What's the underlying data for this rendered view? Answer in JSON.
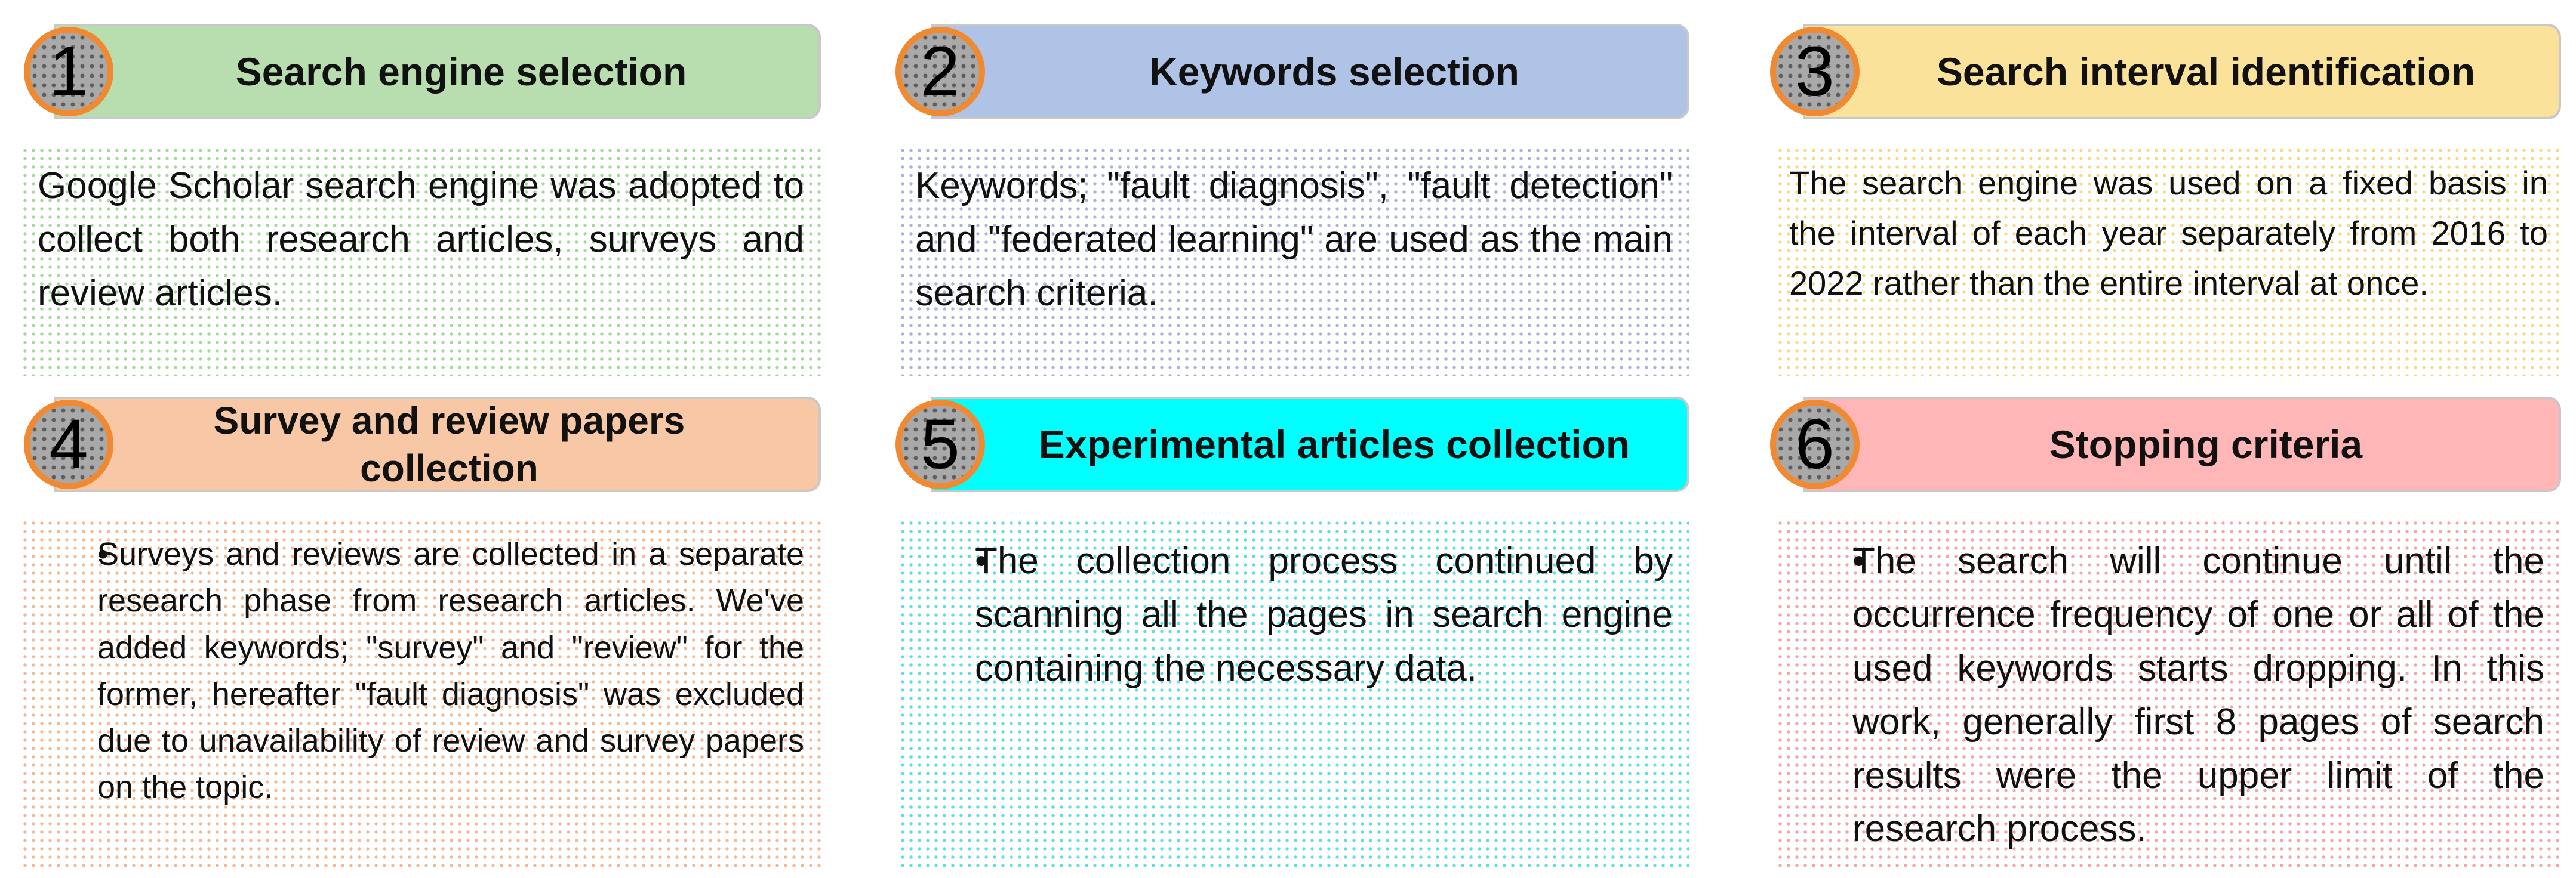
{
  "steps": [
    {
      "number": "1",
      "title": "Search engine selection",
      "text": "Google Scholar search engine was adopted to collect both research articles, surveys and review articles.",
      "header_color": "#b8deb0",
      "dot_color": "#a8d8a0"
    },
    {
      "number": "2",
      "title": "Keywords selection",
      "text": "Keywords; \"fault diagnosis\", \"fault detection\" and \"federated learning\" are used as the main search criteria.",
      "header_color": "#aec3e6",
      "dot_color": "#a8b4d8"
    },
    {
      "number": "3",
      "title": "Search interval identification",
      "text": "The search engine was used on a fixed basis in the interval of each year separately from 2016 to 2022 rather than the entire interval at once.",
      "header_color": "#fbe29a",
      "dot_color": "#f2dc8a"
    },
    {
      "number": "4",
      "title": "Survey and review papers collection",
      "text": "Surveys and reviews are collected in a separate research phase from research articles. We've added keywords; \"survey\" and \"review\" for the former, hereafter \"fault diagnosis\" was excluded due to unavailability of review and survey papers on the topic.",
      "header_color": "#f8c8a6",
      "dot_color": "#f4b894"
    },
    {
      "number": "5",
      "title": "Experimental articles collection",
      "text": "The collection process continued by scanning all the pages in search engine containing the necessary data.",
      "header_color": "#00ffff",
      "dot_color": "#5ce0e0"
    },
    {
      "number": "6",
      "title": "Stopping criteria",
      "text": "The search will continue until the occurrence frequency of one or all of the used keywords starts dropping. In this work, generally first 8 pages of search results were the upper limit of the research process.",
      "header_color": "#ffb6b6",
      "dot_color": "#f4a6a6"
    }
  ]
}
